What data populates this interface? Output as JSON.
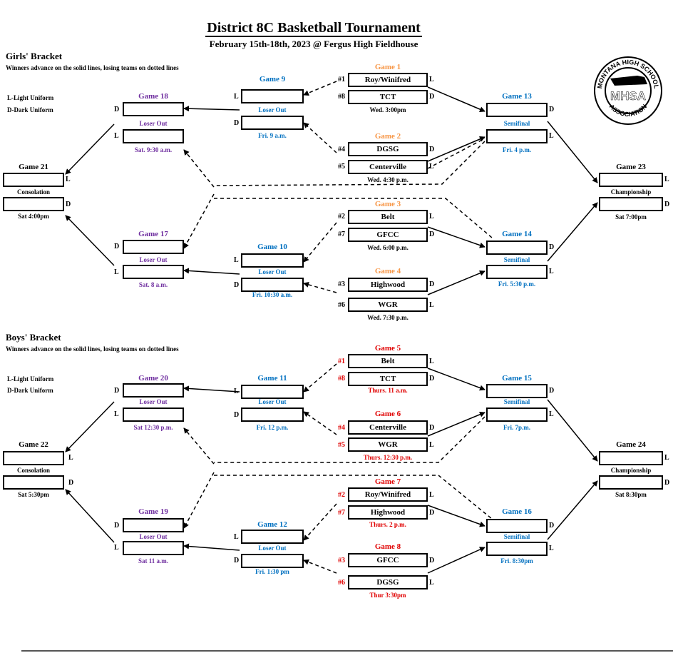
{
  "header": {
    "title": "District 8C Basketball Tournament",
    "subtitle": "February 15th-18th, 2023 @  Fergus High Fieldhouse"
  },
  "logo": {
    "top_text": "MONTANA HIGH SCHOOL",
    "center": "MHSA",
    "bottom_text": "ASSOCIATION"
  },
  "girls": {
    "title": "Girls' Bracket",
    "note": "Winners advance on the solid lines, losing teams on dotted lines",
    "legend_l": "L-Light Uniform",
    "legend_d": "D-Dark Uniform",
    "g1": {
      "label": "Game 1",
      "s1": "#1",
      "t1": "Roy/Winifred",
      "s2": "#8",
      "t2": "TCT",
      "time": "Wed. 3:00pm"
    },
    "g2": {
      "label": "Game 2",
      "s1": "#4",
      "t1": "DGSG",
      "s2": "#5",
      "t2": "Centerville",
      "time": "Wed. 4:30 p.m."
    },
    "g3": {
      "label": "Game 3",
      "s1": "#2",
      "t1": "Belt",
      "s2": "#7",
      "t2": "GFCC",
      "time": "Wed. 6:00 p.m."
    },
    "g4": {
      "label": "Game 4",
      "s1": "#3",
      "t1": "Highwood",
      "s2": "#6",
      "t2": "WGR",
      "time": "Wed. 7:30 p.m."
    },
    "g9": {
      "label": "Game 9",
      "mid": "Loser Out",
      "time": "Fri. 9 a.m."
    },
    "g10": {
      "label": "Game 10",
      "mid": "Loser Out",
      "time": "Fri. 10:30 a.m."
    },
    "g13": {
      "label": "Game 13",
      "mid": "Semifinal",
      "time": "Fri. 4 p.m."
    },
    "g14": {
      "label": "Game 14",
      "mid": "Semifinal",
      "time": "Fri. 5:30 p.m."
    },
    "g17": {
      "label": "Game 17",
      "mid": "Loser Out",
      "time": "Sat. 8 a.m."
    },
    "g18": {
      "label": "Game 18",
      "mid": "Loser Out",
      "time": "Sat. 9:30 a.m."
    },
    "g21": {
      "label": "Game 21",
      "mid": "Consolation",
      "time": "Sat 4:00pm"
    },
    "g23": {
      "label": "Game 23",
      "mid": "Championship",
      "time": "Sat 7:00pm"
    }
  },
  "boys": {
    "title": "Boys' Bracket",
    "note": "Winners advance on the solid lines, losing teams on dotted lines",
    "legend_l": "L-Light Uniform",
    "legend_d": "D-Dark Uniform",
    "g5": {
      "label": "Game 5",
      "s1": "#1",
      "t1": "Belt",
      "s2": "#8",
      "t2": "TCT",
      "time": "Thurs. 11 a.m."
    },
    "g6": {
      "label": "Game 6",
      "s1": "#4",
      "t1": "Centerville",
      "s2": "#5",
      "t2": "WGR",
      "time": "Thurs. 12:30 p.m."
    },
    "g7": {
      "label": "Game 7",
      "s1": "#2",
      "t1": "Roy/Winifred",
      "s2": "#7",
      "t2": "Highwood",
      "time": "Thurs. 2 p.m."
    },
    "g8": {
      "label": "Game 8",
      "s1": "#3",
      "t1": "GFCC",
      "s2": "#6",
      "t2": "DGSG",
      "time": "Thur 3:30pm"
    },
    "g11": {
      "label": "Game 11",
      "mid": "Loser Out",
      "time": "Fri. 12 p.m."
    },
    "g12": {
      "label": "Game 12",
      "mid": "Loser Out",
      "time": "Fri. 1:30 pm"
    },
    "g15": {
      "label": "Game 15",
      "mid": "Semifinal",
      "time": "Fri. 7p.m."
    },
    "g16": {
      "label": "Game 16",
      "mid": "Semifinal",
      "time": "Fri. 8:30pm"
    },
    "g19": {
      "label": "Game 19",
      "mid": "Loser Out",
      "time": "Sat 11 a.m."
    },
    "g20": {
      "label": "Game 20",
      "mid": "Loser Out",
      "time": "Sat  12:30 p.m."
    },
    "g22": {
      "label": "Game 22",
      "mid": "Consolation",
      "time": "Sat 5:30pm"
    },
    "g24": {
      "label": "Game 24",
      "mid": "Championship",
      "time": "Sat 8:30pm"
    }
  },
  "uniform": {
    "light": "L",
    "dark": "D"
  },
  "colors": {
    "purple": "#7030A0",
    "blue": "#0070C0",
    "orange": "#F79646",
    "red": "#E00000"
  }
}
